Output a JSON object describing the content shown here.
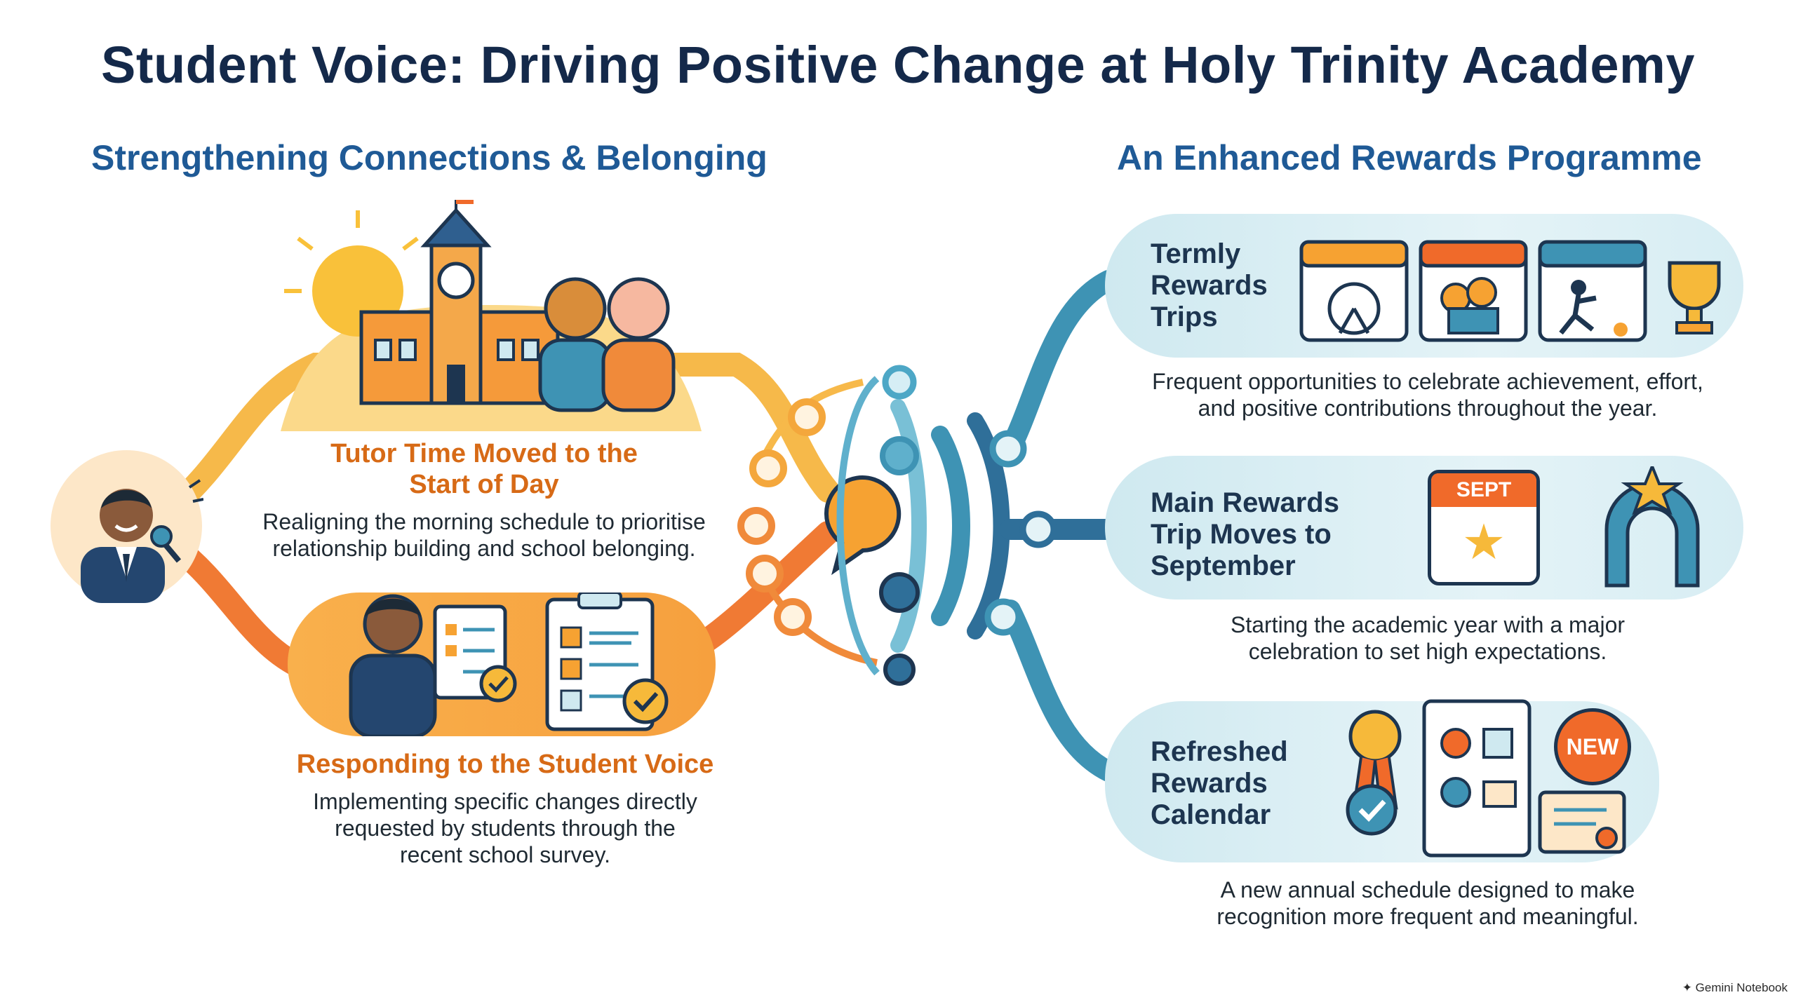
{
  "title": "Student Voice: Driving Positive Change at Holy Trinity Academy",
  "left_section": {
    "heading": "Strengthening Connections & Belonging",
    "items": [
      {
        "title_line1": "Tutor Time Moved to the",
        "title_line2": "Start of Day",
        "desc_line1": "Realigning the morning schedule to prioritise",
        "desc_line2": "relationship building and school belonging."
      },
      {
        "title": "Responding to the Student Voice",
        "desc_line1": "Implementing specific changes directly",
        "desc_line2": "requested by students through the",
        "desc_line3": "recent school survey."
      }
    ]
  },
  "right_section": {
    "heading": "An Enhanced Rewards Programme",
    "items": [
      {
        "title_lines": [
          "Termly",
          "Rewards",
          "Trips"
        ],
        "desc_line1": "Frequent opportunities to celebrate achievement, effort,",
        "desc_line2": "and positive contributions throughout the year."
      },
      {
        "title_lines": [
          "Main Rewards",
          "Trip Moves to",
          "September"
        ],
        "badge": "SEPT",
        "desc_line1": "Starting the academic year with a major",
        "desc_line2": "celebration to set high expectations."
      },
      {
        "title_lines": [
          "Refreshed",
          "Rewards",
          "Calendar"
        ],
        "badge": "NEW",
        "desc_line1": "A new annual schedule designed to make",
        "desc_line2": "recognition more frequent and meaningful."
      }
    ]
  },
  "brand": "Gemini Notebook",
  "colors": {
    "navy": "#14294a",
    "blue_heading": "#1f5a96",
    "orange": "#f08a2c",
    "teal": "#3e93b4"
  }
}
